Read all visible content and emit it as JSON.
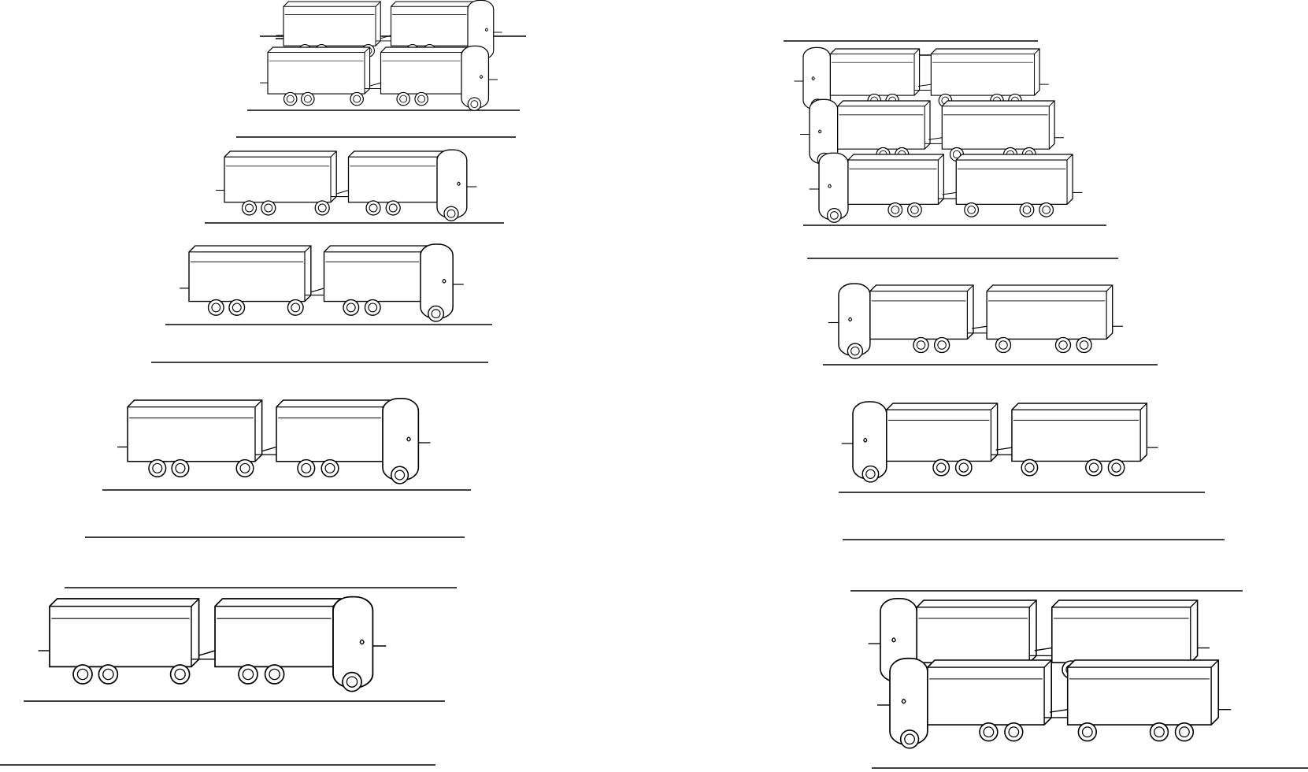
{
  "scene": {
    "subject": "truck-trailer-line-drawings",
    "stroke_color": "#000000",
    "background_color": "#ffffff",
    "left_group_count": 6,
    "right_group_count": 7
  }
}
